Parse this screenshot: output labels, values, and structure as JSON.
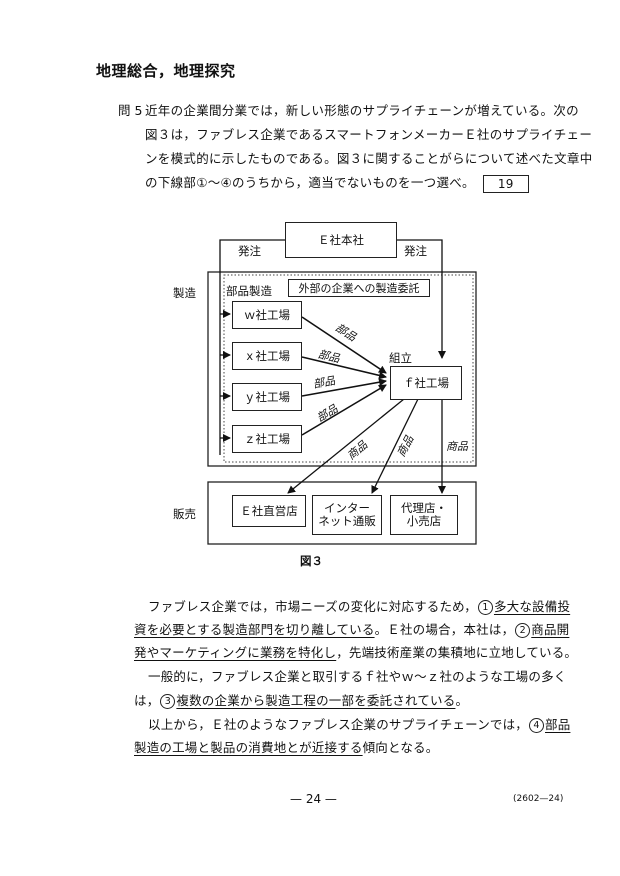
{
  "section_title": "地理総合，地理探究",
  "question": {
    "number": "問 5",
    "lines": [
      "近年の企業間分業では，新しい形態のサプライチェーンが増えている。次の",
      "図３は，ファブレス企業であるスマートフォンメーカーＥ社のサプライチェー",
      "ンを模式的に示したものである。図３に関することがらについて述べた文章中",
      "の下線部①～④のうちから，適当でないものを一つ選べ。"
    ],
    "answer_box": "19"
  },
  "diagram": {
    "hq": "Ｅ社本社",
    "order_left": "発注",
    "order_right": "発注",
    "row_manufacturing": "製造",
    "row_sales": "販売",
    "parts_manufacturing": "部品製造",
    "outsourcing": "外部の企業への製造委託",
    "factories": [
      "ｗ社工場",
      "ｘ社工場",
      "ｙ社工場",
      "ｚ社工場"
    ],
    "parts": "部品",
    "assembly": "組立",
    "f_factory": "ｆ社工場",
    "goods": "商品",
    "store_direct": "Ｅ社直営店",
    "store_online": "インター\nネット通販",
    "store_agent": "代理店・\n小売店"
  },
  "caption": "図３",
  "passage": {
    "l1_a": "ファブレス企業では，市場ニーズの変化に対応するため，",
    "c1": "1",
    "l1_b": "多大な設備投",
    "l2_a": "資を必要とする製造部門を切り離している",
    "l2_b": "。Ｅ社の場合，本社は，",
    "c2": "2",
    "l2_c": "商品開",
    "l3_a": "発やマーケティングに業務を特化し",
    "l3_b": "，先端技術産業の集積地に立地している。",
    "l4": "一般的に，ファブレス企業と取引するｆ社やｗ～ｚ社のような工場の多く",
    "l5_a": "は，",
    "c3": "3",
    "l5_b": "複数の企業から製造工程の一部を委託されている",
    "l5_c": "。",
    "l6_a": "以上から，Ｅ社のようなファブレス企業のサプライチェーンでは，",
    "c4": "4",
    "l6_b": "部品",
    "l7_a": "製造の工場と製品の消費地とが近接する",
    "l7_b": "傾向となる。"
  },
  "page_number": "— 24 —",
  "page_code": "(2602—24)"
}
